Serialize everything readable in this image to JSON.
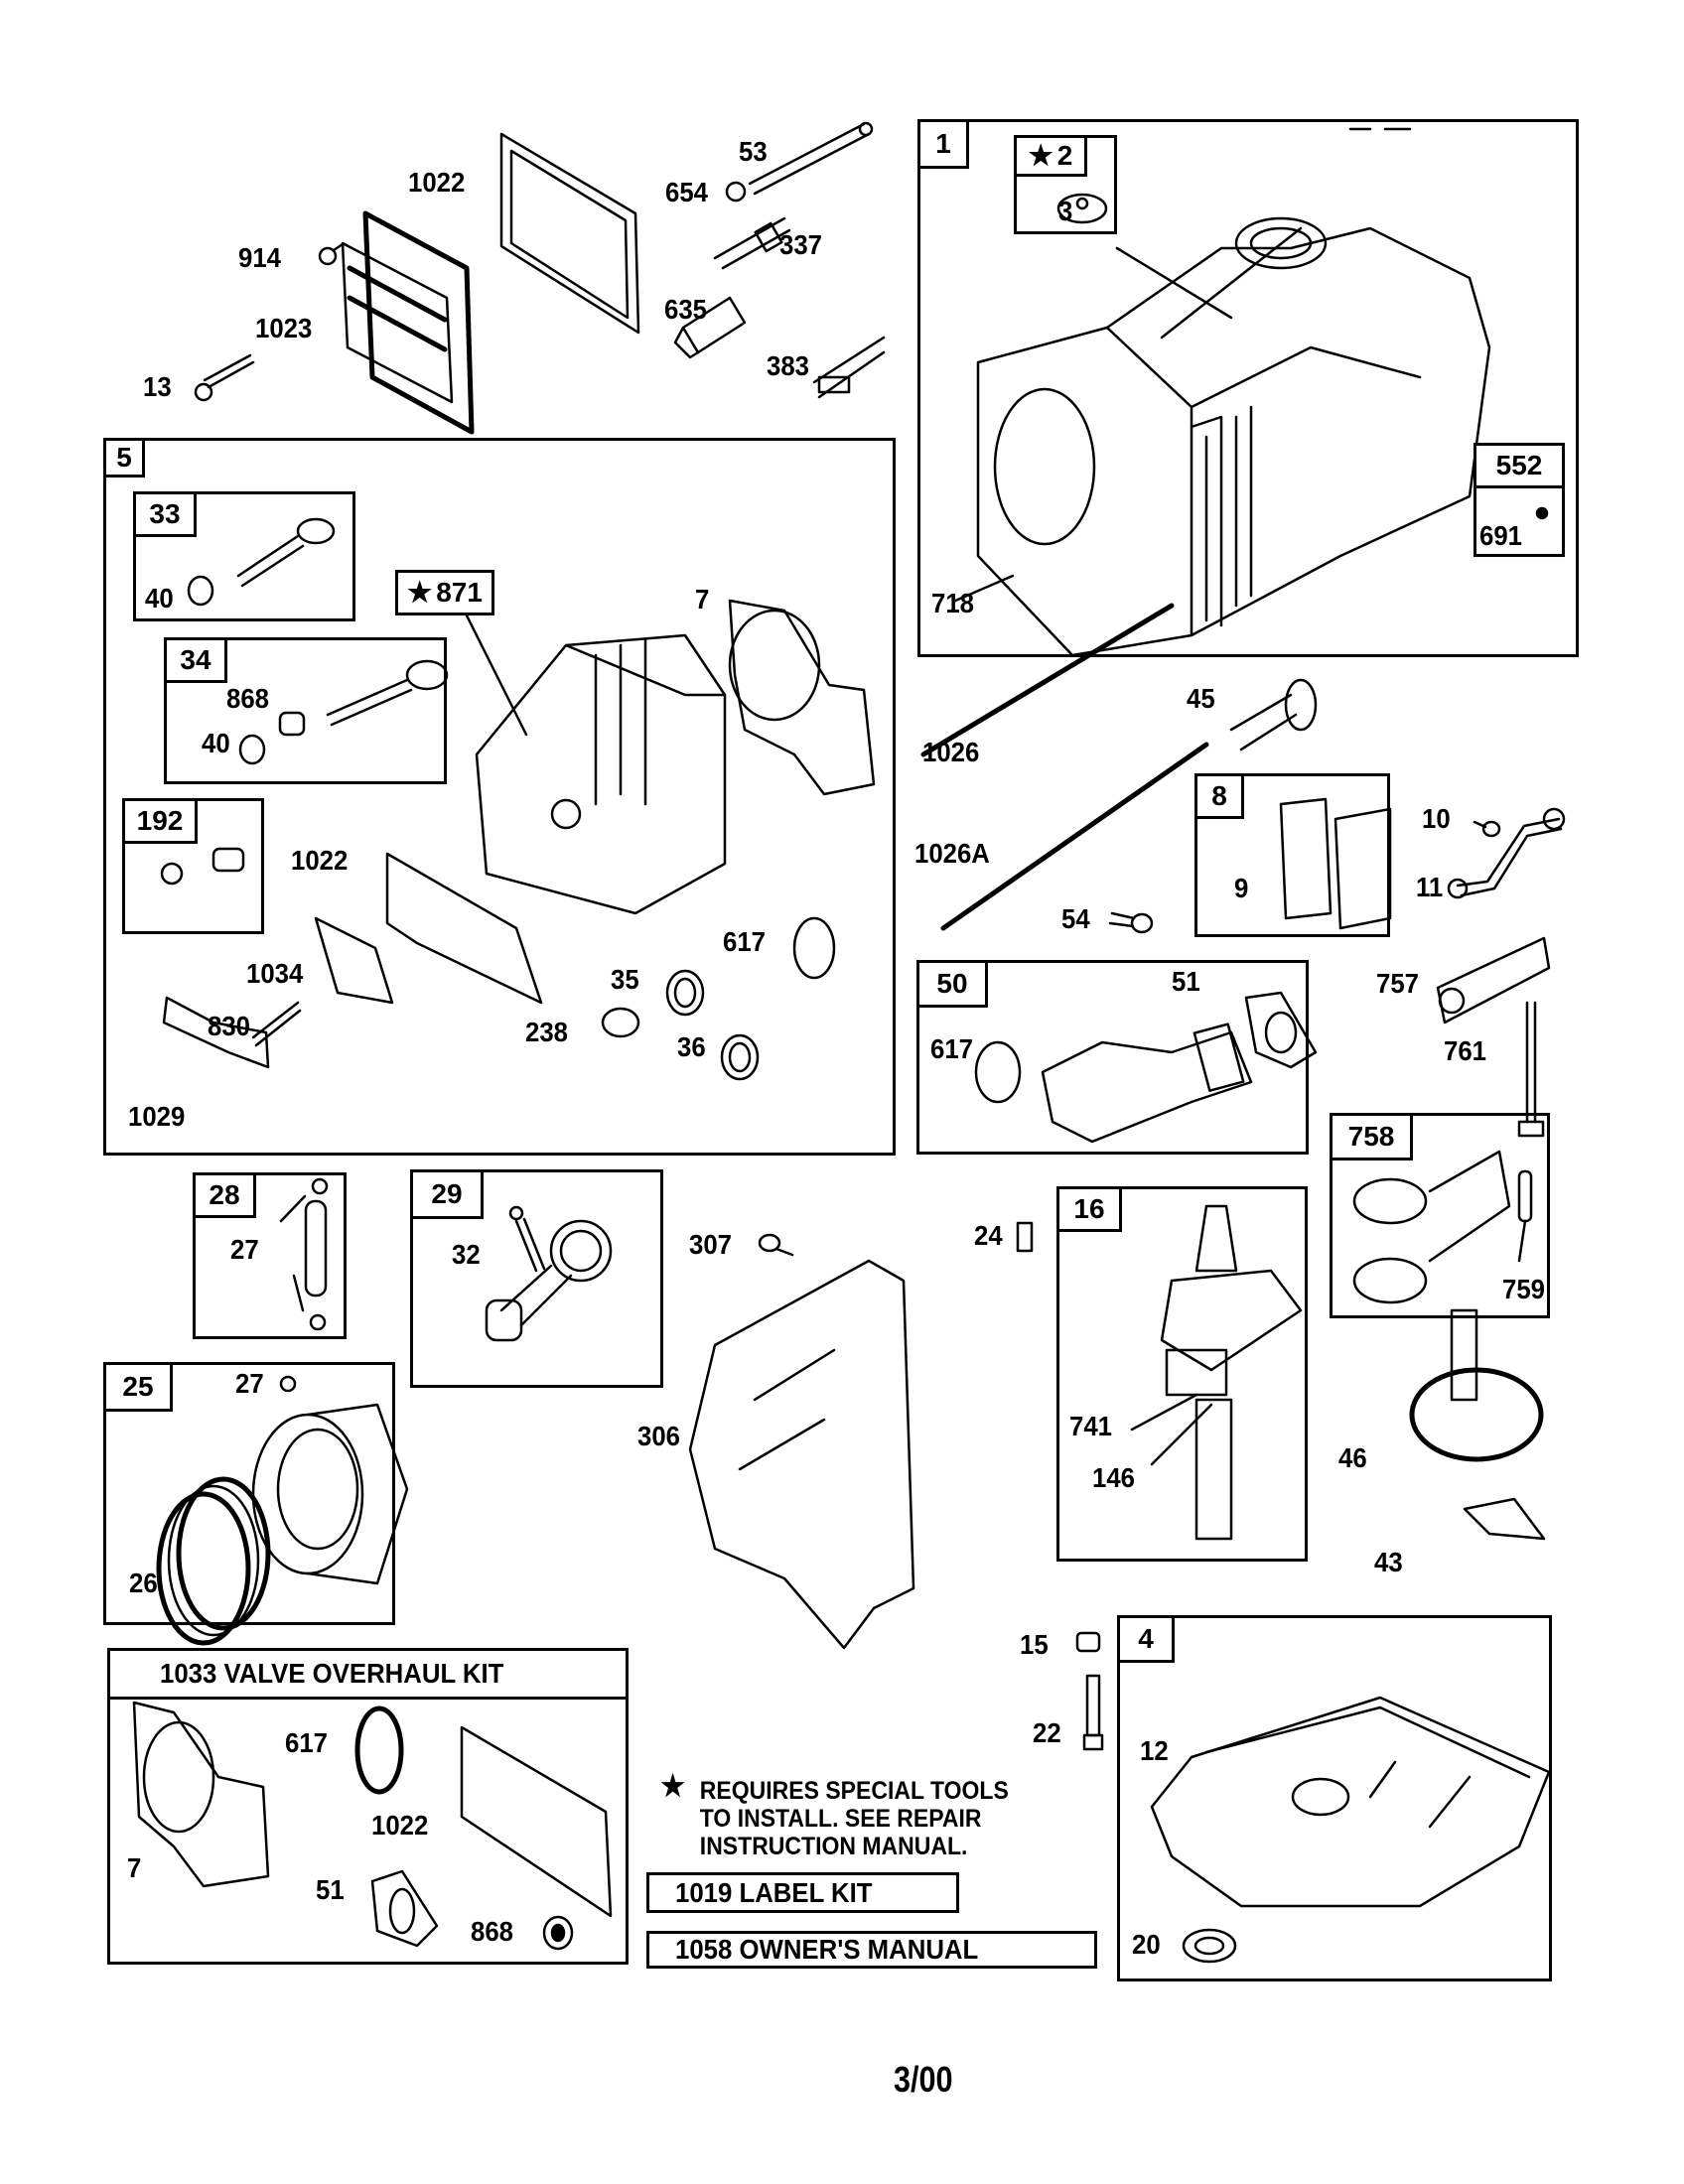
{
  "page": {
    "footer_date": "3/00",
    "header_mark": "- -"
  },
  "groups": {
    "g1": {
      "label": "1"
    },
    "g2": {
      "label": "2",
      "starred": true
    },
    "g552": {
      "label": "552"
    },
    "g5": {
      "label": "5"
    },
    "g33": {
      "label": "33"
    },
    "g34": {
      "label": "34"
    },
    "g192": {
      "label": "192"
    },
    "g871": {
      "label": "871",
      "starred": true
    },
    "g8": {
      "label": "8"
    },
    "g50": {
      "label": "50"
    },
    "g758": {
      "label": "758"
    },
    "g28": {
      "label": "28"
    },
    "g29": {
      "label": "29"
    },
    "g25": {
      "label": "25"
    },
    "g16": {
      "label": "16"
    },
    "g4": {
      "label": "4"
    }
  },
  "star_glyph": "★",
  "parts": {
    "p1022_top": "1022",
    "p914": "914",
    "p1023": "1023",
    "p13": "13",
    "p53": "53",
    "p654": "654",
    "p337": "337",
    "p635": "635",
    "p383": "383",
    "p3": "3",
    "p691": "691",
    "p718": "718",
    "p40a": "40",
    "p868a": "868",
    "p40b": "40",
    "p7a": "7",
    "p1022_mid": "1022",
    "p617a": "617",
    "p1034": "1034",
    "p35": "35",
    "p830": "830",
    "p238": "238",
    "p36": "36",
    "p1029": "1029",
    "p45": "45",
    "p1026": "1026",
    "p1026a": "1026A",
    "p54": "54",
    "p9": "9",
    "p10": "10",
    "p11": "11",
    "p51a": "51",
    "p617b": "617",
    "p757": "757",
    "p761": "761",
    "p759": "759",
    "p27a": "27",
    "p32": "32",
    "p307": "307",
    "p24": "24",
    "p27b": "27",
    "p306": "306",
    "p741": "741",
    "p146": "146",
    "p46": "46",
    "p26": "26",
    "p43": "43",
    "p15": "15",
    "p22": "22",
    "p12": "12",
    "p20": "20",
    "p617c": "617",
    "p1022_kit": "1022",
    "p7b": "7",
    "p51b": "51",
    "p868b": "868"
  },
  "kits": {
    "valve_overhaul": "1033 VALVE OVERHAUL KIT",
    "label_kit": "1019 LABEL KIT",
    "owners_manual": "1058 OWNER'S MANUAL"
  },
  "notes": {
    "special_tools_line1": "REQUIRES SPECIAL TOOLS",
    "special_tools_line2": "TO INSTALL.  SEE REPAIR",
    "special_tools_line3": "INSTRUCTION MANUAL."
  }
}
